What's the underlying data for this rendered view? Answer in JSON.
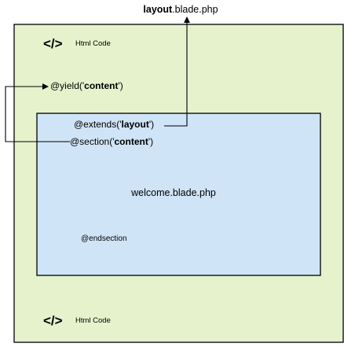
{
  "title": {
    "bold": "layout",
    "rest": ".blade.php"
  },
  "layout_box": {
    "top_icon": "</>",
    "top_code_label": "Html Code",
    "yield_label": {
      "prefix": "@yield('",
      "bold": "content",
      "suffix": "')"
    },
    "bottom_icon": "</>",
    "bottom_code_label": "Html Code"
  },
  "welcome_box": {
    "extends_label": {
      "prefix": "@extends('",
      "bold": "layout",
      "suffix": "')"
    },
    "section_label": {
      "prefix": "@section('",
      "bold": "content",
      "suffix": "')"
    },
    "name": "welcome.blade.php",
    "endsection_label": "@endsection"
  },
  "colors": {
    "layout_fill": "#e6f2cc",
    "welcome_fill": "#cfe4f7",
    "stroke": "#000000"
  },
  "icons": [
    "code-icon",
    "code-icon"
  ]
}
